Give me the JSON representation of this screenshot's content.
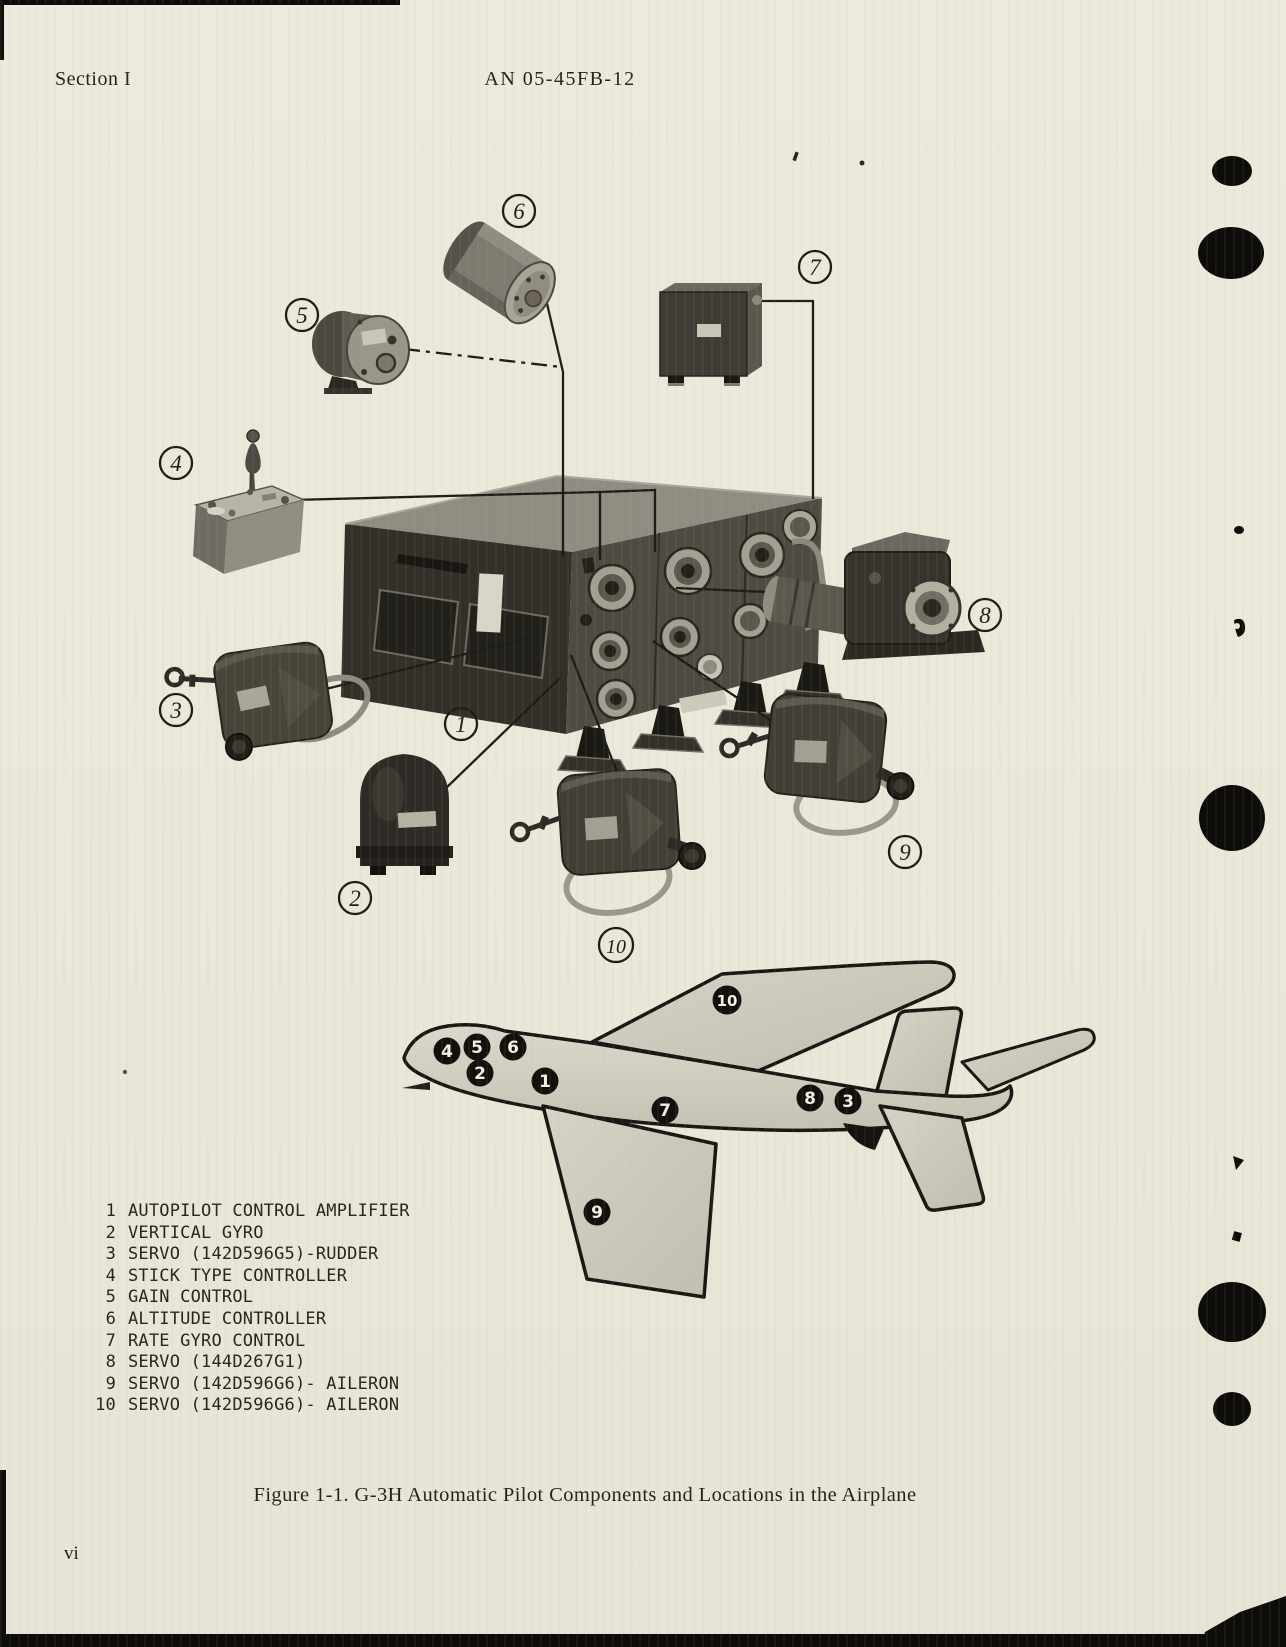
{
  "page": {
    "section_label": "Section I",
    "doc_number": "AN 05-45FB-12",
    "caption": "Figure 1-1.  G-3H Automatic Pilot Components and Locations in the Airplane",
    "page_number": "vi"
  },
  "legend": {
    "items": [
      {
        "num": "1",
        "label": "AUTOPILOT CONTROL AMPLIFIER"
      },
      {
        "num": "2",
        "label": "VERTICAL GYRO"
      },
      {
        "num": "3",
        "label": "SERVO (142D596G5)-RUDDER"
      },
      {
        "num": "4",
        "label": "STICK TYPE CONTROLLER"
      },
      {
        "num": "5",
        "label": "GAIN CONTROL"
      },
      {
        "num": "6",
        "label": "ALTITUDE CONTROLLER"
      },
      {
        "num": "7",
        "label": "RATE GYRO CONTROL"
      },
      {
        "num": "8",
        "label": "SERVO (144D267G1)"
      },
      {
        "num": "9",
        "label": "SERVO (142D596G6)- AILERON"
      },
      {
        "num": "10",
        "label": "SERVO (142D596G6)- AILERON"
      }
    ]
  },
  "diagram": {
    "callouts": [
      {
        "num": "1"
      },
      {
        "num": "2"
      },
      {
        "num": "3"
      },
      {
        "num": "4"
      },
      {
        "num": "5"
      },
      {
        "num": "6"
      },
      {
        "num": "7"
      },
      {
        "num": "8"
      },
      {
        "num": "9"
      },
      {
        "num": "10"
      }
    ],
    "airplane_markers": [
      {
        "num": "1"
      },
      {
        "num": "2"
      },
      {
        "num": "3"
      },
      {
        "num": "4"
      },
      {
        "num": "5"
      },
      {
        "num": "6"
      },
      {
        "num": "7"
      },
      {
        "num": "8"
      },
      {
        "num": "9"
      },
      {
        "num": "10"
      }
    ]
  },
  "colors": {
    "paper": "#ebe7d9",
    "ink": "#24221d",
    "photo_dark": "#332f29",
    "marker_fill": "#11100c"
  }
}
